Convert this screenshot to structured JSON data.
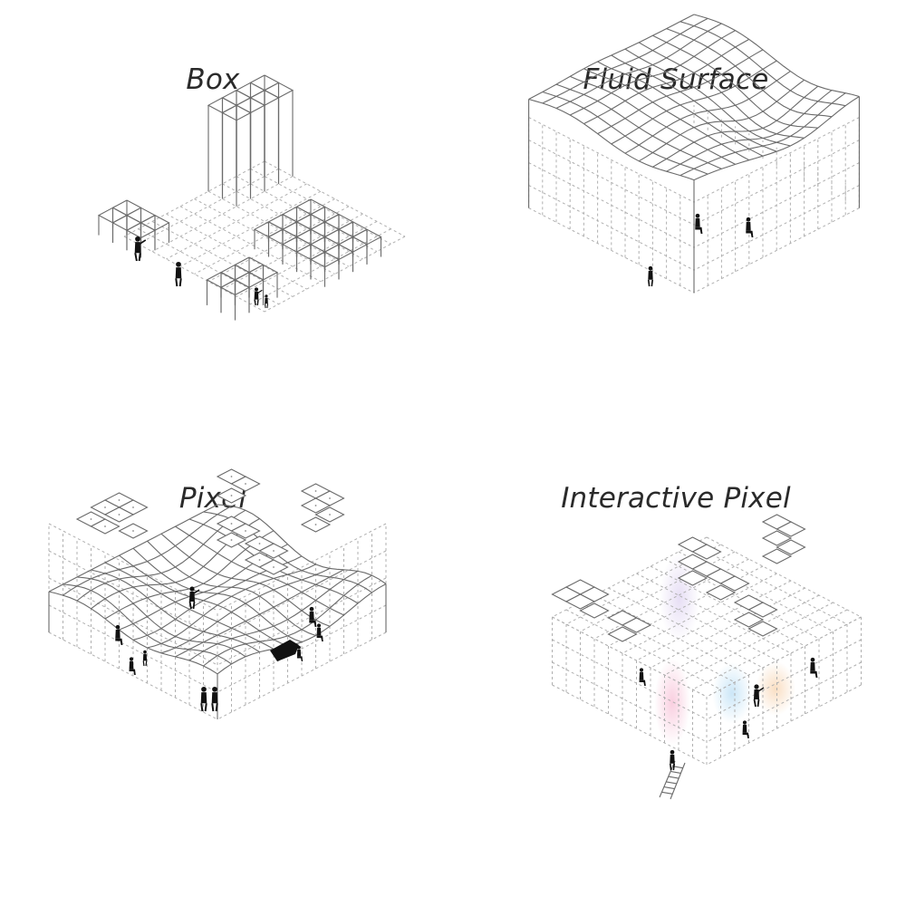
{
  "panels": [
    {
      "id": "box",
      "title": "Box"
    },
    {
      "id": "fluid",
      "title": "Fluid Surface"
    },
    {
      "id": "pixel",
      "title": "Pixel"
    },
    {
      "id": "ipixel",
      "title": "Interactive Pixel"
    }
  ],
  "colors": {
    "solid_line": "#6a6a6a",
    "dashed_line": "#b0b0b0",
    "figure": "#111111",
    "glow_pink": "#f4a7c6",
    "glow_blue": "#a9d6f2",
    "glow_orange": "#f6c89a",
    "glow_violet": "#c9b6e8"
  }
}
